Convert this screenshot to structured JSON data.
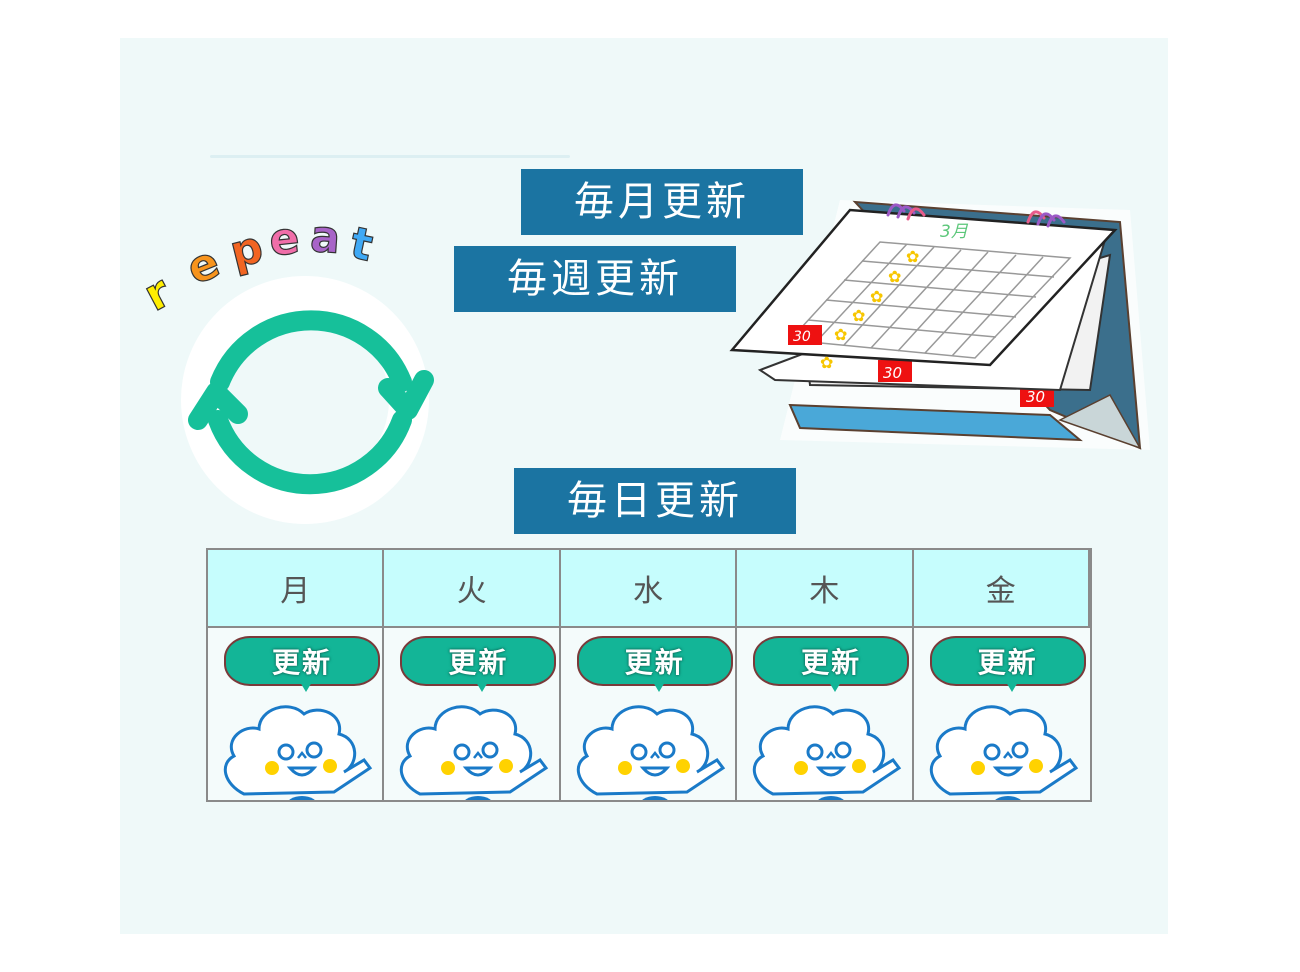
{
  "labels": {
    "monthly": "毎月更新",
    "weekly": "毎週更新",
    "daily": "毎日更新"
  },
  "repeat_graphic": {
    "word": "repeat",
    "letters": [
      {
        "char": "r",
        "color": "#ffee00"
      },
      {
        "char": "e",
        "color": "#f7941d"
      },
      {
        "char": "p",
        "color": "#f26522"
      },
      {
        "char": "e",
        "color": "#f06ea9"
      },
      {
        "char": "a",
        "color": "#a864c8"
      },
      {
        "char": "t",
        "color": "#3fa9f5"
      }
    ],
    "arrow_color": "#16c09a",
    "icon": "cycle-arrows-icon"
  },
  "calendar": {
    "month_label": "3月",
    "highlight_day": "30",
    "icon": "desk-calendar-icon",
    "colors": {
      "stand": "#3b6f8c",
      "stand_edge": "#4aa8d8",
      "day_highlight": "#ee1111",
      "star": "#f7c600",
      "ring_purple": "#9b59c6",
      "ring_pink": "#e85b8a",
      "month_text": "#5cc77a"
    }
  },
  "schedule": {
    "days": [
      {
        "name": "月",
        "bubble": "更新"
      },
      {
        "name": "火",
        "bubble": "更新"
      },
      {
        "name": "水",
        "bubble": "更新"
      },
      {
        "name": "木",
        "bubble": "更新"
      },
      {
        "name": "金",
        "bubble": "更新"
      }
    ],
    "mascot_icon": "cloud-mascot-icon"
  },
  "colors": {
    "label_bg": "#1b74a2",
    "panel_bg": "#eff9f9",
    "header_bg": "#c6fdfd",
    "bubble_bg": "#13b597"
  }
}
